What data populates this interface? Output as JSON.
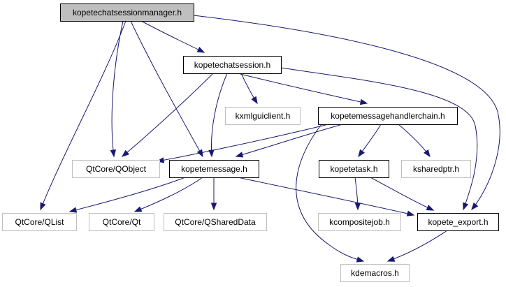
{
  "diagram": {
    "type": "include-dependency-graph",
    "colors": {
      "edge": "#191970",
      "root_fill": "#bfbfbf",
      "root_stroke": "#000000",
      "documented_stroke": "#000000",
      "external_stroke": "#bfbfbf",
      "fill": "#ffffff"
    },
    "nodes": [
      {
        "id": "root",
        "label": "kopetechatsessionmanager.h",
        "kind": "root"
      },
      {
        "id": "chatsession",
        "label": "kopetechatsession.h",
        "kind": "documented"
      },
      {
        "id": "kxmlguiclient",
        "label": "kxmlguiclient.h",
        "kind": "external"
      },
      {
        "id": "handlerchain",
        "label": "kopetemessagehandlerchain.h",
        "kind": "documented"
      },
      {
        "id": "qobject",
        "label": "QtCore/QObject",
        "kind": "external"
      },
      {
        "id": "message",
        "label": "kopetemessage.h",
        "kind": "documented"
      },
      {
        "id": "task",
        "label": "kopetetask.h",
        "kind": "documented"
      },
      {
        "id": "ksharedptr",
        "label": "ksharedptr.h",
        "kind": "external"
      },
      {
        "id": "qlist",
        "label": "QtCore/QList",
        "kind": "external"
      },
      {
        "id": "qt",
        "label": "QtCore/Qt",
        "kind": "external"
      },
      {
        "id": "qshareddata",
        "label": "QtCore/QSharedData",
        "kind": "external"
      },
      {
        "id": "kcompositejob",
        "label": "kcompositejob.h",
        "kind": "external"
      },
      {
        "id": "export",
        "label": "kopete_export.h",
        "kind": "documented"
      },
      {
        "id": "kdemacros",
        "label": "kdemacros.h",
        "kind": "external"
      }
    ],
    "edges": [
      {
        "from": "root",
        "to": "chatsession"
      },
      {
        "from": "root",
        "to": "qobject"
      },
      {
        "from": "root",
        "to": "message"
      },
      {
        "from": "root",
        "to": "qlist"
      },
      {
        "from": "root",
        "to": "export"
      },
      {
        "from": "chatsession",
        "to": "kxmlguiclient"
      },
      {
        "from": "chatsession",
        "to": "handlerchain"
      },
      {
        "from": "chatsession",
        "to": "qobject"
      },
      {
        "from": "chatsession",
        "to": "message"
      },
      {
        "from": "chatsession",
        "to": "export"
      },
      {
        "from": "handlerchain",
        "to": "qobject"
      },
      {
        "from": "handlerchain",
        "to": "message"
      },
      {
        "from": "handlerchain",
        "to": "task"
      },
      {
        "from": "handlerchain",
        "to": "ksharedptr"
      },
      {
        "from": "handlerchain",
        "to": "kdemacros"
      },
      {
        "from": "message",
        "to": "qlist"
      },
      {
        "from": "message",
        "to": "qt"
      },
      {
        "from": "message",
        "to": "qshareddata"
      },
      {
        "from": "message",
        "to": "export"
      },
      {
        "from": "task",
        "to": "kcompositejob"
      },
      {
        "from": "task",
        "to": "export"
      },
      {
        "from": "export",
        "to": "kdemacros"
      }
    ]
  }
}
